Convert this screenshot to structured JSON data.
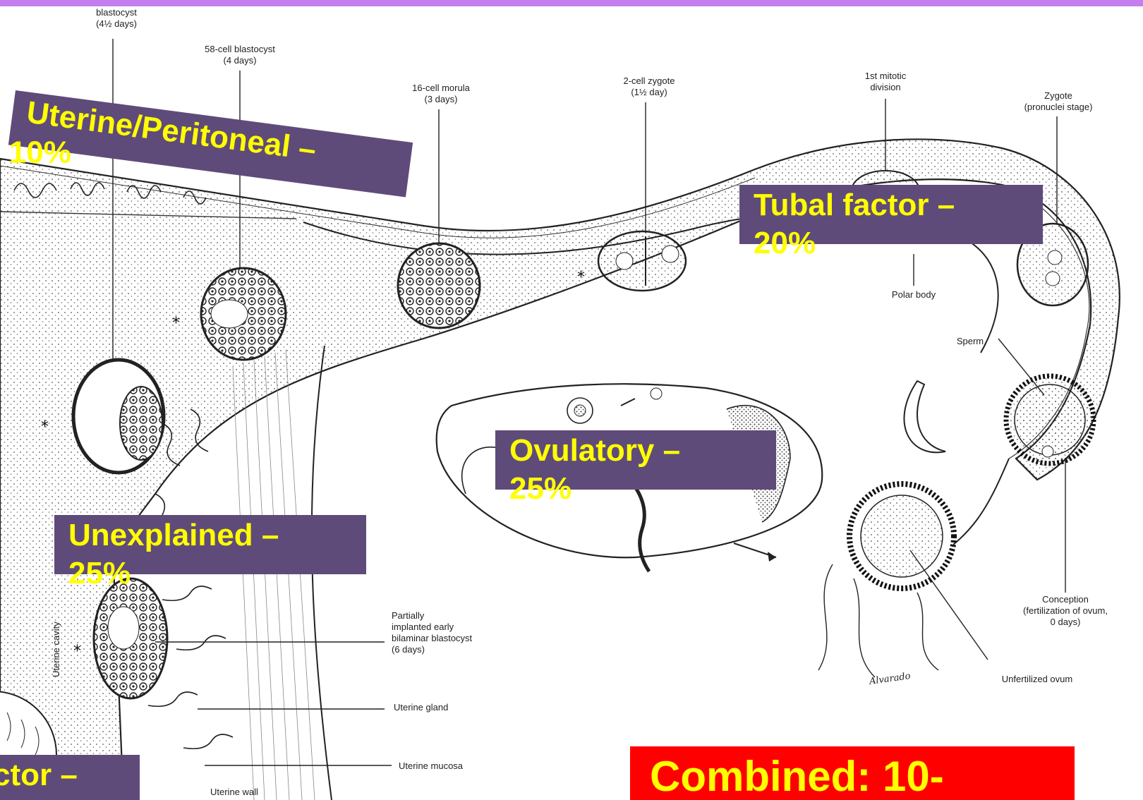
{
  "colors": {
    "top_bar": "#c57ef0",
    "label_box": "#5f4b7a",
    "label_text": "#ffff00",
    "combined_box": "#ff0000"
  },
  "stage_labels": {
    "blastocyst_45": "blastocyst\n(4½ days)",
    "blastocyst_58": "58-cell blastocyst\n(4 days)",
    "morula_16": "16-cell morula\n(3 days)",
    "zygote_2cell": "2-cell zygote\n(1½ day)",
    "first_mitotic": "1st mitotic\ndivision",
    "zygote_pronuclei": "Zygote\n(pronuclei stage)",
    "polar_body": "Polar body",
    "sperm": "Sperm",
    "conception": "Conception\n(fertilization of ovum,\n0 days)",
    "unfertilized_ovum": "Unfertilized ovum",
    "partially_implanted": "Partially\nimplanted early\nbilaminar blastocyst\n(6 days)",
    "uterine_gland": "Uterine gland",
    "uterine_mucosa": "Uterine mucosa",
    "uterine_wall": "Uterine wall",
    "uterine_cavity": "Uterine cavity",
    "signature": "Alvarado"
  },
  "factors": {
    "uterine": {
      "label": "Uterine/Peritoneal –",
      "pct": "10%"
    },
    "tubal": {
      "label": "Tubal factor –",
      "pct": "20%"
    },
    "ovulatory": {
      "label": "Ovulatory –",
      "pct": "25%"
    },
    "unexplained": {
      "label": "Unexplained –",
      "pct": "25%"
    },
    "male_partial": {
      "label": "ctor –"
    }
  },
  "combined": {
    "label": "Combined: 10-"
  }
}
